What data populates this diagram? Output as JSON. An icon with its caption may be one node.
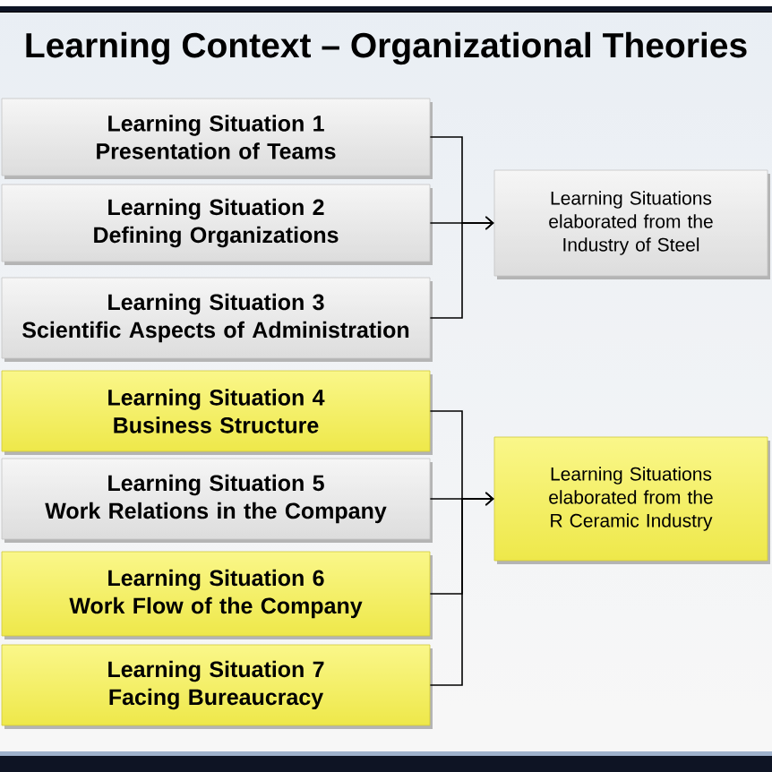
{
  "diagram": {
    "title": "Learning Context – Organizational Theories",
    "nodes": [
      {
        "text": [
          "Learning Situation 1",
          "Presentation of Teams"
        ]
      },
      {
        "text": [
          "Learning Situation 2",
          "Defining Organizations"
        ]
      },
      {
        "text": [
          "Learning Situation 3",
          "Scientific Aspects of Administration"
        ]
      },
      {
        "text": [
          "Learning Situation 4",
          "Business Structure"
        ]
      },
      {
        "text": [
          "Learning Situation 5",
          "Work Relations in the Company"
        ]
      },
      {
        "text": [
          "Learning Situation 6",
          "Work Flow of the Company"
        ]
      },
      {
        "text": [
          "Learning Situation 7",
          "Facing Bureaucracy"
        ]
      },
      {
        "text": [
          "Learning Situations elaborated from the Industry of Steel"
        ]
      },
      {
        "text": [
          "Learning Situations elaborated from the R Ceramic Industry"
        ]
      }
    ],
    "edges": [
      {
        "from": 0,
        "to": 7,
        "arrow": "to"
      },
      {
        "from": 1,
        "to": 7,
        "arrow": "to"
      },
      {
        "from": 2,
        "to": 7,
        "arrow": "to"
      },
      {
        "from": 3,
        "to": 8,
        "arrow": "to"
      },
      {
        "from": 4,
        "to": 8,
        "arrow": "to"
      },
      {
        "from": 5,
        "to": 8,
        "arrow": "to"
      },
      {
        "from": 6,
        "to": 8,
        "arrow": "to"
      }
    ]
  }
}
